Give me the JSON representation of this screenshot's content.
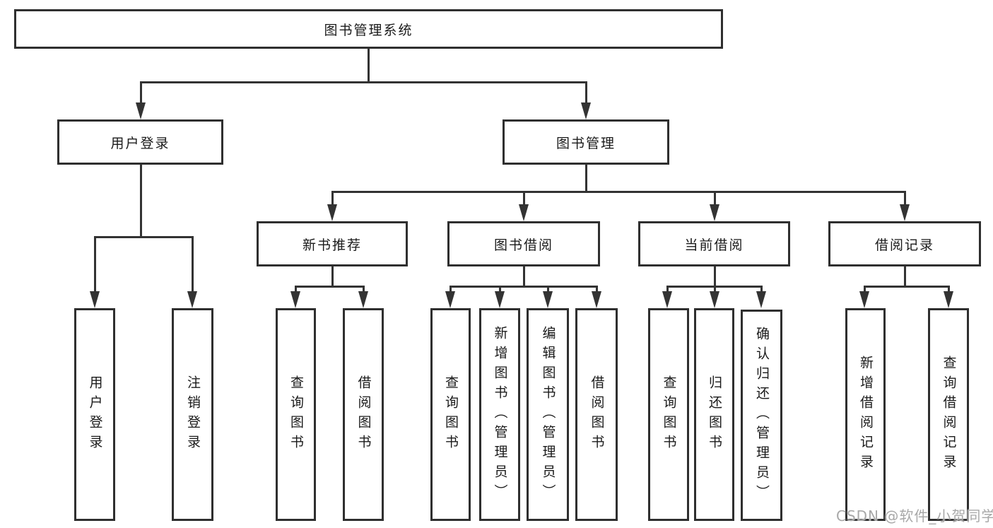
{
  "colors": {
    "line": "#333333",
    "box_border": "#2f2f2f",
    "box_background": "#ffffff",
    "text": "#1a1a1a",
    "watermark": "#a8a8a8"
  },
  "watermark": "CSDN @软件_小贺同学",
  "tree": {
    "root": {
      "label": "图书管理系统"
    },
    "user_login": {
      "label": "用户登录",
      "children": [
        "用户登录",
        "注销登录"
      ]
    },
    "book_management": {
      "label": "图书管理",
      "groups": [
        {
          "label": "新书推荐",
          "children": [
            "查询图书",
            "借阅图书"
          ]
        },
        {
          "label": "图书借阅",
          "children": [
            "查询图书",
            "新增图书（管理员）",
            "编辑图书（管理员）",
            "借阅图书"
          ]
        },
        {
          "label": "当前借阅",
          "children": [
            "查询图书",
            "归还图书",
            "确认归还（管理员）"
          ]
        },
        {
          "label": "借阅记录",
          "children": [
            "新增借阅记录",
            "查询借阅记录"
          ]
        }
      ]
    }
  }
}
